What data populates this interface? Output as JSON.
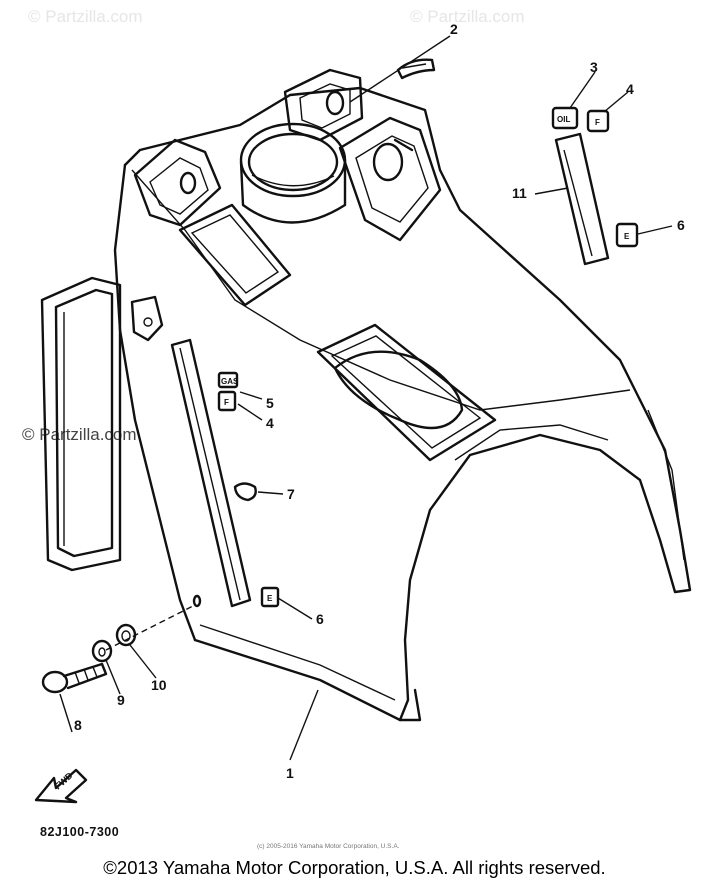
{
  "watermarks": [
    "© Partzilla.com",
    "© Partzilla.com",
    "© Partzilla.com"
  ],
  "callouts": {
    "c1": "1",
    "c2": "2",
    "c3": "3",
    "c4a": "4",
    "c4b": "4",
    "c5": "5",
    "c6a": "6",
    "c6b": "6",
    "c7": "7",
    "c8": "8",
    "c9": "9",
    "c10": "10",
    "c11": "11"
  },
  "decals": {
    "oil": "OIL",
    "fuel": "F",
    "fuel_small": "F",
    "empty": "E",
    "empty_small": "E",
    "gas": "GAS"
  },
  "fwd_label": "FWD",
  "part_number": "82J100-7300",
  "fine_print": "(c) 2005-2016 Yamaha Motor Corporation, U.S.A.",
  "copyright": "©2013 Yamaha Motor Corporation, U.S.A. All rights reserved."
}
